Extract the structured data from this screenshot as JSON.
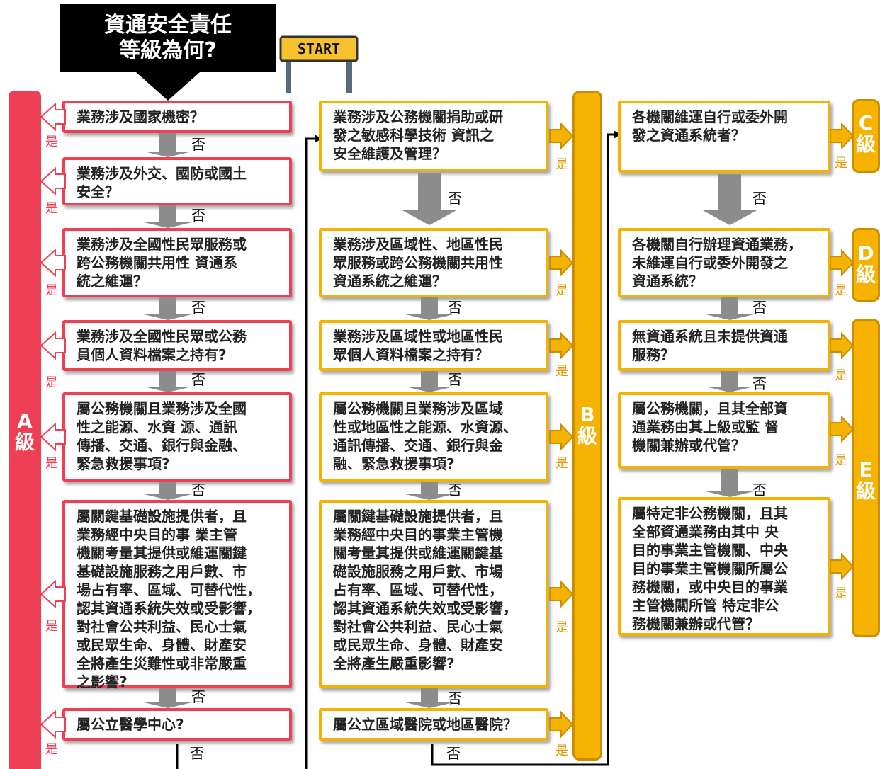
{
  "title": "資通安全責任\n等級為何?",
  "start_label": "START",
  "yes_label": "是",
  "no_label": "否",
  "levels": {
    "a": "A\n級",
    "b": "B\n級",
    "c": "C\n級",
    "d": "D\n級",
    "e": "E\n級"
  },
  "column_a": [
    "業務涉及國家機密？",
    "業務涉及外交、國防或國土\n安全？",
    "業務涉及全國性民眾服務或\n跨公務機關共用性 資通系\n統之維運？",
    "業務涉及全國性民眾或公務\n員個人資料檔案之持有?",
    "屬公務機關且業務涉及全國\n性之能源、水資 源、通訊\n傳播、交通、銀行與金融、\n緊急救援事項?",
    "屬關鍵基礎設施提供者，且\n業務經中央目的事 業主管\n機關考量其提供或維運關鍵\n基礎設施服務之用戶數、市\n場占有率、區域、可替代性，\n認其資通系統失效或受影響，\n對社會公共利益、民心士氣\n或民眾生命、身體、財產安\n全將產生災難性或非常嚴重\n之影響?",
    "屬公立醫學中心?"
  ],
  "column_b": [
    "業務涉及公務機關捐助或研\n發之敏感科學技術 資訊之\n安全維護及管理？",
    "業務涉及區域性、地區性民\n眾服務或跨公務機關共用性\n資通系統之維運？",
    "業務涉及區域性或地區性民\n眾個人資料檔案之持有？",
    "屬公務機關且業務涉及區域\n性或地區性之能源、水資源、\n通訊傳播、交通、銀行與金\n融、緊急救援事項?",
    "屬關鍵基礎設施提供者，且\n業務經中央目的事業主管機\n關考量其提供或維運關鍵基\n礎設施服務之用戶數、市場\n占有率、區域、可替代性，\n認其資通系統失效或受影響，\n對社會公共利益、民心士氣\n或民眾生命、身體、財產安\n全將產生嚴重影響?",
    "屬公立區域醫院或地區醫院？"
  ],
  "column_c": [
    "各機關維運自行或委外開\n發之資通系統者？",
    "各機關自行辦理資通業務，\n未維運自行或委外開發之\n資通系統？",
    "無資通系統且未提供資通\n服務？",
    "屬公務機關，且其全部資\n通業務由其上級或監 督\n機關兼辦或代管？",
    "屬特定非公務機關，且其\n全部資通業務由其中 央\n目的事業主管機關、中央\n目的事業主管機關所屬公\n務機關，或中央目的事業\n主管機關所管 特定非公\n務機關兼辦或代管？"
  ],
  "colors": {
    "a_red": "#ef3f55",
    "b_orange": "#f5b200",
    "gray_arrow": "#8c8c8c",
    "title_bg": "#000000",
    "sign_yellow": "#f7c22e"
  }
}
